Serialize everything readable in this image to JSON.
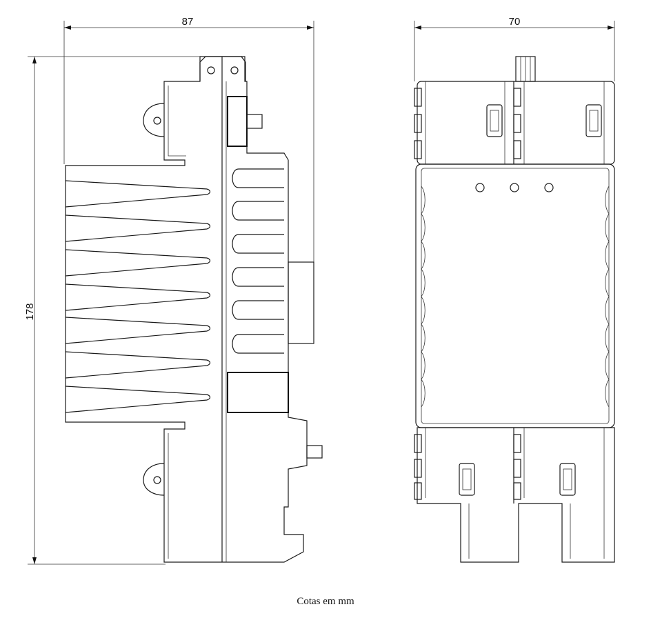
{
  "dimensions": {
    "side_width": "87",
    "front_width": "70",
    "height": "178"
  },
  "caption": "Cotas em mm"
}
